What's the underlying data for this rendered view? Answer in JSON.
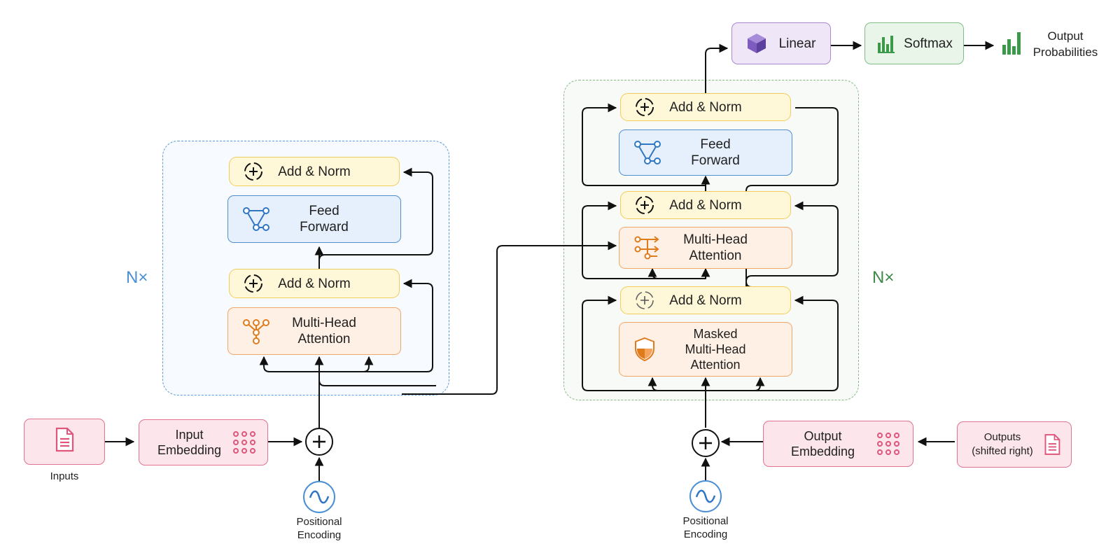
{
  "encoder": {
    "repeat_label": "N×",
    "add_norm_top": "Add & Norm",
    "feed_forward": "Feed\nForward",
    "add_norm_mid": "Add & Norm",
    "multi_head_attention": "Multi-Head\nAttention"
  },
  "decoder": {
    "repeat_label": "N×",
    "add_norm_top": "Add & Norm",
    "feed_forward": "Feed\nForward",
    "add_norm_mid": "Add & Norm",
    "multi_head_attention": "Multi-Head\nAttention",
    "add_norm_bottom": "Add & Norm",
    "masked_multi_head_attention": "Masked\nMulti-Head\nAttention"
  },
  "inputs_label": "Inputs",
  "input_embedding": "Input\nEmbedding",
  "output_embedding": "Output\nEmbedding",
  "outputs_label": "Outputs\n(shifted right)",
  "positional_encoding_left": "Positional\nEncoding",
  "positional_encoding_right": "Positional\nEncoding",
  "linear": "Linear",
  "softmax": "Softmax",
  "output_probabilities": "Output\nProbabilities",
  "colors": {
    "encoder_border": "#5b9bd8",
    "decoder_border": "#86bb86",
    "norm_fill": "#fef8d9",
    "feed_forward_fill": "#e6f0fc",
    "attention_fill": "#fff0e5",
    "embedding_fill": "#fce6ec",
    "linear_fill": "#efe7f8",
    "softmax_fill": "#e9f5e9"
  },
  "icons": [
    "add-circle-icon",
    "network-graph-icon",
    "attention-tree-icon",
    "shield-icon",
    "document-icon",
    "dot-grid-icon",
    "sine-wave-icon",
    "cube-icon",
    "bar-chart-icon",
    "plus-icon"
  ]
}
